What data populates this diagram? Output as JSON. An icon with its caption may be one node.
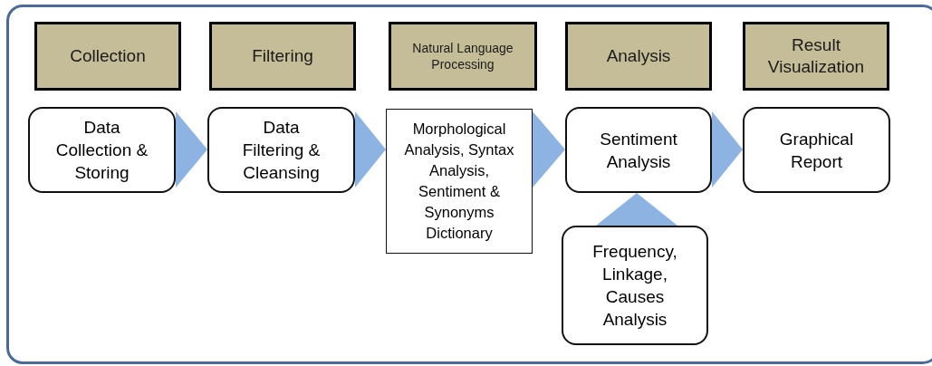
{
  "diagram": {
    "nodes": [
      {
        "text": [
          "Collection"
        ]
      },
      {
        "text": [
          "Filtering"
        ]
      },
      {
        "text": [
          "Natural Language Processing"
        ]
      },
      {
        "text": [
          "Analysis"
        ]
      },
      {
        "text": [
          "Result Visualization"
        ]
      },
      {
        "text": [
          "Data Collection & Storing"
        ]
      },
      {
        "text": [
          "Data Filtering & Cleansing"
        ]
      },
      {
        "text": [
          "Morphological Analysis, Syntax Analysis, Sentiment & Synonyms Dictionary"
        ]
      },
      {
        "text": [
          "Sentiment Analysis"
        ]
      },
      {
        "text": [
          "Graphical Report"
        ]
      },
      {
        "text": [
          "Frequency, Linkage, Causes Analysis"
        ]
      }
    ],
    "edges": [
      {
        "from": 5,
        "to": 6,
        "arrow": "to"
      },
      {
        "from": 6,
        "to": 7,
        "arrow": "to"
      },
      {
        "from": 7,
        "to": 8,
        "arrow": "to"
      },
      {
        "from": 8,
        "to": 9,
        "arrow": "to"
      },
      {
        "from": 10,
        "to": 8,
        "arrow": "to"
      }
    ]
  }
}
